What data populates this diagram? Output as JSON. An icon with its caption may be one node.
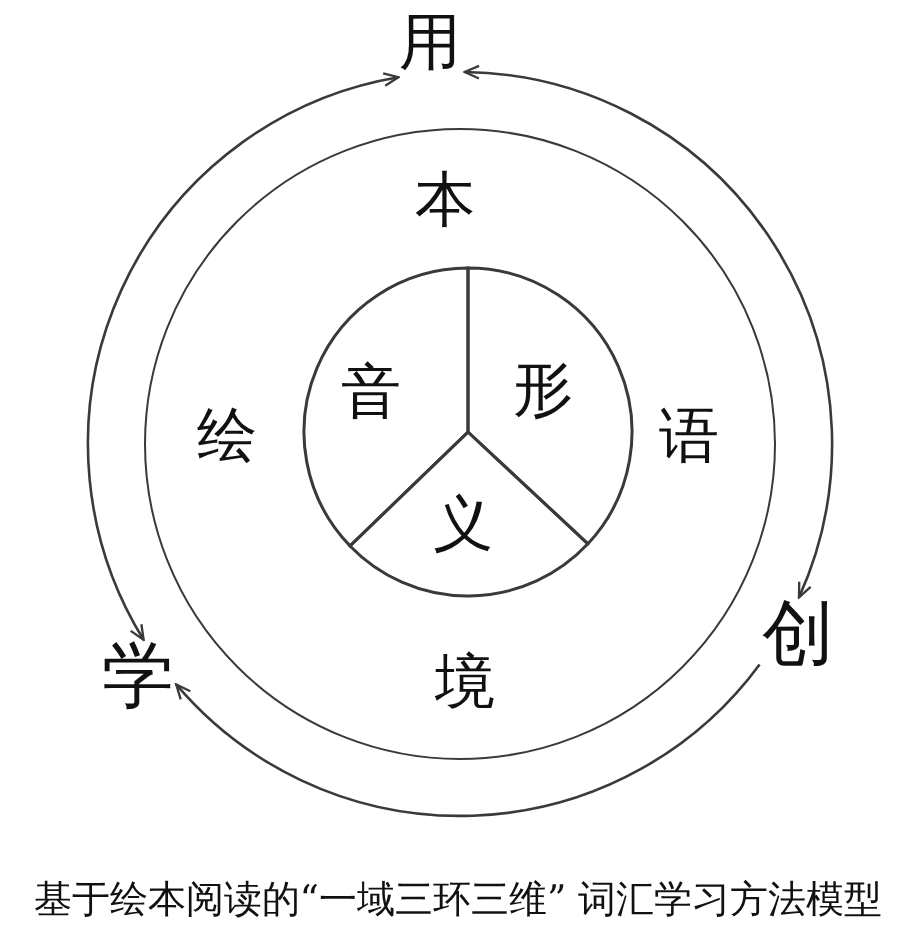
{
  "diagram": {
    "caption": "基于绘本阅读的“一域三环三维” 词汇学习方法模型",
    "nodes": [
      {
        "text": [
          "用"
        ]
      },
      {
        "text": [
          "本",
          "绘",
          "语",
          "境"
        ]
      },
      {
        "text": [
          "音"
        ],
        "in": 1
      },
      {
        "text": [
          "形"
        ],
        "in": 1
      },
      {
        "text": [
          "义"
        ],
        "in": 1
      },
      {
        "text": [
          "学"
        ]
      },
      {
        "text": [
          "创"
        ]
      }
    ],
    "edges": [
      {
        "from": 5,
        "to": 0,
        "arrow": "both"
      },
      {
        "from": 0,
        "to": 6,
        "arrow": "both"
      },
      {
        "from": 6,
        "to": 5,
        "arrow": "to"
      }
    ]
  }
}
